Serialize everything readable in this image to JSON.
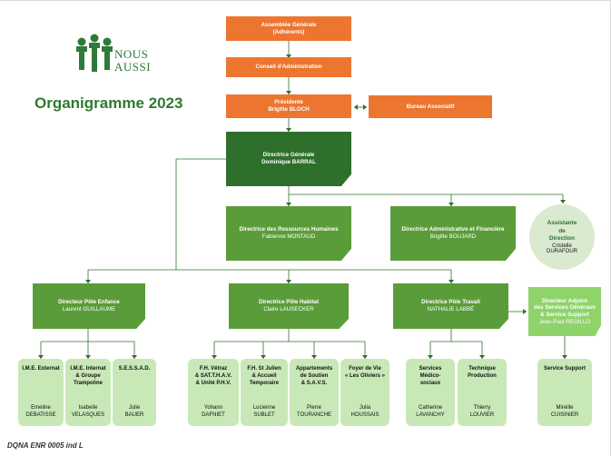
{
  "logo": {
    "line1": "NOUS",
    "line2": "AUSSI"
  },
  "title": "Organigramme 2023",
  "footer": "DQNA ENR 0005 ind L",
  "colors": {
    "orange": "#ec7530",
    "dark_green": "#2f6f2c",
    "green": "#5b9c3a",
    "light_green": "#8fd36b",
    "card": "#c8e8b7"
  },
  "top": {
    "assemblee": {
      "line1": "Assemblée Générale",
      "line2": "(Adhérents)"
    },
    "conseil": "Conseil d'Administration",
    "presidente": {
      "role": "Présidente",
      "name": "Brigitte BLOCH"
    },
    "bureau": "Bureau Associatif"
  },
  "dg": {
    "role": "Directrice Générale",
    "name": "Dominique BARRAL"
  },
  "level2": {
    "rh": {
      "role": "Directrice des Ressources Humaines",
      "name": "Fabienne MONTAUD"
    },
    "af": {
      "role": "Directrice Administrative et Financière",
      "name": "Brigitte BOUJARD"
    },
    "assistante": {
      "l1": "Assistante",
      "l2": "de",
      "l3": "Direction",
      "n1": "Cristelle",
      "n2": "DURAFOUR"
    }
  },
  "poles": {
    "enfance": {
      "role": "Directeur Pôle Enfance",
      "name": "Laurent GUILLAUME"
    },
    "habitat": {
      "role": "Directrice Pôle Habitat",
      "name": "Claire LAUSECKER"
    },
    "travail": {
      "role": "Directrice Pôle Travail",
      "name": "NATHALIE LABBÉ"
    },
    "adjoint": {
      "l1": "Directeur Adjoint",
      "l2": "des Services Généraux",
      "l3": "& Service Support",
      "name": "Jean-Paul REGILLO"
    }
  },
  "services": [
    {
      "t1": "I.M.E. Externat",
      "t2": "",
      "t3": "",
      "p1": "Emeline",
      "p2": "DEBATISSE"
    },
    {
      "t1": "I.M.E. Internat",
      "t2": "& Groupe",
      "t3": "Trampoline",
      "p1": "Isabelle",
      "p2": "VELASQUES"
    },
    {
      "t1": "S.E.S.S.A.D.",
      "t2": "",
      "t3": "",
      "p1": "Julie",
      "p2": "BAUER"
    },
    {
      "t1": "F.H. Vétraz",
      "t2": "& SAT.T.H.A.V.",
      "t3": "& Unité P.H.V.",
      "p1": "Yohann",
      "p2": "DAFNIET"
    },
    {
      "t1": "F.H. St Julien",
      "t2": "& Accueil",
      "t3": "Temporaire",
      "p1": "Lucienne",
      "p2": "SUBLET"
    },
    {
      "t1": "Appartements",
      "t2": "de Soutien",
      "t3": "& S.A.V.S.",
      "p1": "Pierre",
      "p2": "TOURANCHE"
    },
    {
      "t1": "Foyer de Vie",
      "t2": "« Les Oliviers »",
      "t3": "",
      "p1": "Julia",
      "p2": "HOUSSAIS"
    },
    {
      "t1": "Services",
      "t2": "Médico-",
      "t3": "sociaux",
      "p1": "Catherine",
      "p2": "LAVANCHY"
    },
    {
      "t1": "Technique",
      "t2": "Production",
      "t3": "",
      "p1": "Thierry",
      "p2": "LOUVIER"
    },
    {
      "t1": "Service Support",
      "t2": "",
      "t3": "",
      "p1": "Mireille",
      "p2": "CUISINIER"
    }
  ]
}
